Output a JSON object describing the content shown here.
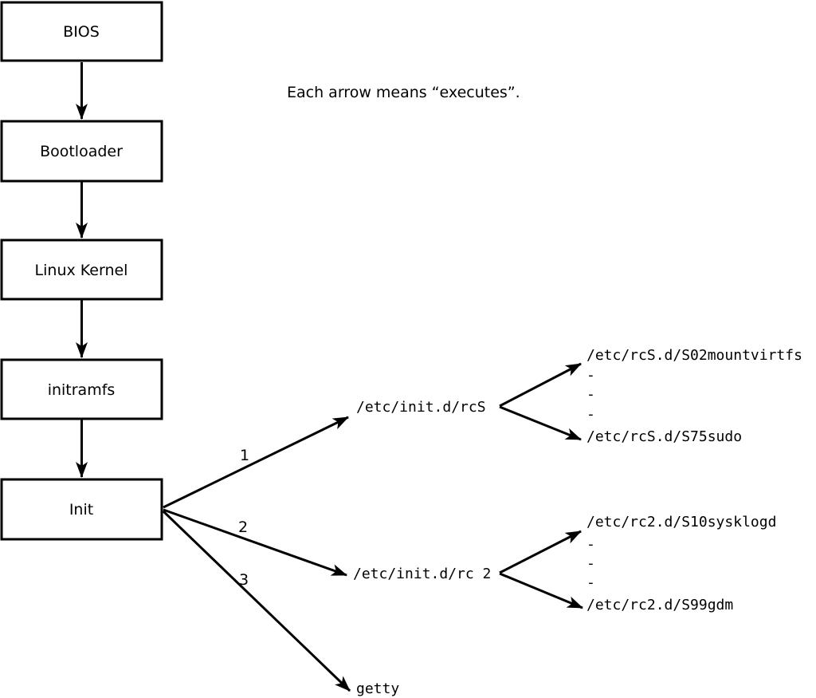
{
  "diagram": {
    "caption": "Each arrow means “executes”.",
    "boot_chain": [
      "BIOS",
      "Bootloader",
      "Linux Kernel",
      "initramfs",
      "Init"
    ],
    "init_branches": [
      {
        "order": "1",
        "target": "/etc/init.d/rcS",
        "children": [
          "/etc/rcS.d/S02mountvirtfs",
          "-",
          "-",
          "-",
          "/etc/rcS.d/S75sudo"
        ]
      },
      {
        "order": "2",
        "target": "/etc/init.d/rc 2",
        "children": [
          "/etc/rc2.d/S10sysklogd",
          "-",
          "-",
          "-",
          "/etc/rc2.d/S99gdm"
        ]
      },
      {
        "order": "3",
        "target": "getty"
      }
    ],
    "colors": {
      "line": "#000000",
      "background": "#ffffff",
      "box_fill": "#ffffff"
    }
  }
}
